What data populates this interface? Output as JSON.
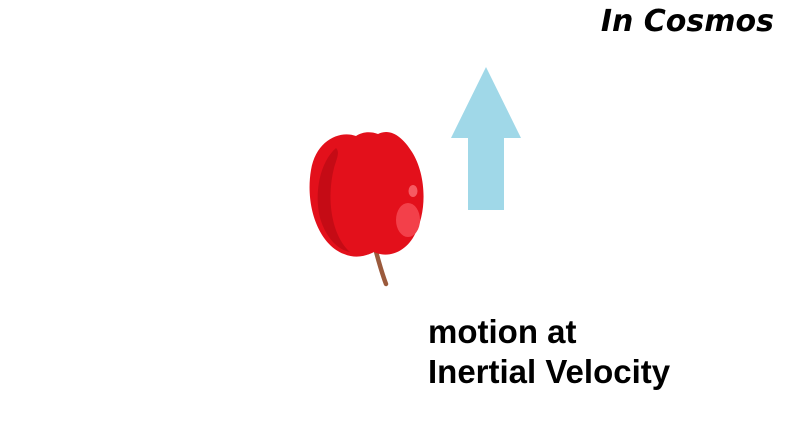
{
  "title": "In Cosmos",
  "caption": {
    "line1": "motion at",
    "line2": "Inertial Velocity"
  },
  "objects": {
    "apple": {
      "icon": "apple-icon",
      "color": "#e3101b"
    },
    "arrow": {
      "icon": "arrow-up-icon",
      "direction": "up",
      "color": "#a0d8e8"
    }
  }
}
